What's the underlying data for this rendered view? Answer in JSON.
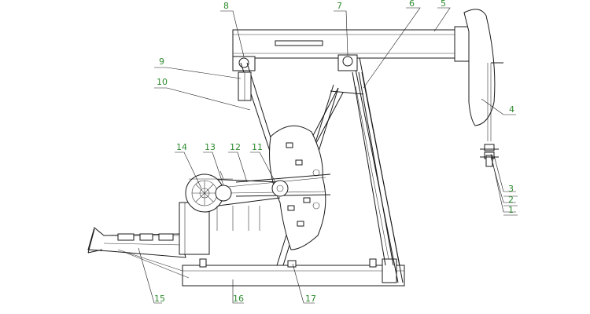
{
  "labels": {
    "l1": "1",
    "l2": "2",
    "l3": "3",
    "l4": "4",
    "l5": "5",
    "l6": "6",
    "l7": "7",
    "l8": "8",
    "l9": "9",
    "l10": "10",
    "l11": "11",
    "l12": "12",
    "l13": "13",
    "l14": "14",
    "l15": "15",
    "l16": "16",
    "l17": "17"
  },
  "colors": {
    "label": "#2e8b2e",
    "line": "#1a1a1a"
  }
}
